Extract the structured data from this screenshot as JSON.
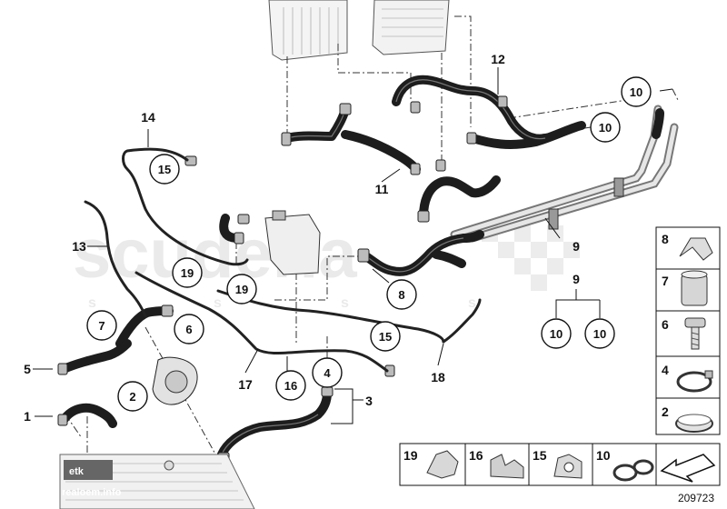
{
  "watermark": {
    "main": "scuderia",
    "sub": "s  o  s  t  e  s  s  e",
    "sub_letters": [
      "s",
      "s",
      "s",
      "s"
    ]
  },
  "callouts": {
    "c1": "1",
    "c2": "2",
    "c3": "3",
    "c4": "4",
    "c5": "5",
    "c6": "6",
    "c7": "7",
    "c8": "8",
    "c9": "9",
    "c9b": "9",
    "c10a": "10",
    "c10b": "10",
    "c10c": "10",
    "c10d": "10",
    "c11": "11",
    "c12": "12",
    "c13": "13",
    "c14": "14",
    "c15a": "15",
    "c15b": "15",
    "c16": "16",
    "c17": "17",
    "c18": "18",
    "c19a": "19",
    "c19b": "19"
  },
  "legend_side": [
    {
      "label": "8",
      "icon": "clip-icon"
    },
    {
      "label": "7",
      "icon": "sleeve-icon"
    },
    {
      "label": "6",
      "icon": "bolt-icon"
    },
    {
      "label": "4",
      "icon": "spring-clamp-icon"
    },
    {
      "label": "2",
      "icon": "band-clamp-icon"
    }
  ],
  "legend_bottom": [
    {
      "label": "19",
      "icon": "bracket-icon"
    },
    {
      "label": "16",
      "icon": "holder-icon"
    },
    {
      "label": "15",
      "icon": "double-clip-icon"
    },
    {
      "label": "10",
      "icon": "hose-clamp-icon"
    }
  ],
  "doc_number": "209723",
  "brand_logo": "etk",
  "brand_site": "realoem.info",
  "colors": {
    "line": "#111111",
    "hose": "#2a2a2a",
    "parts_bg": "#ffffff",
    "watermark": "#eaeaea"
  }
}
